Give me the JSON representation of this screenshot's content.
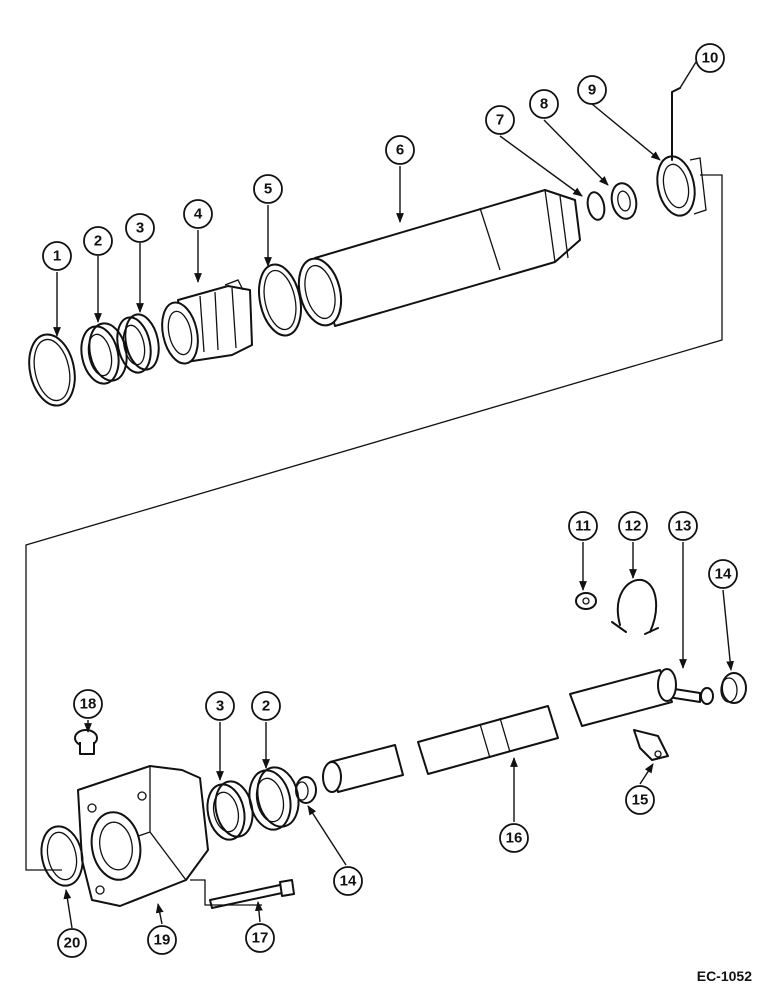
{
  "diagram": {
    "drawing_code": "EC-1052",
    "callouts": {
      "c1": "1",
      "c2": "2",
      "c3": "3",
      "c4": "4",
      "c5": "5",
      "c6": "6",
      "c7": "7",
      "c8": "8",
      "c9": "9",
      "c10": "10",
      "c11": "11",
      "c12": "12",
      "c13": "13",
      "c14a": "14",
      "c15": "15",
      "c16": "16",
      "c17": "17",
      "c18": "18",
      "c19": "19",
      "c20": "20",
      "c3b": "3",
      "c2b": "2",
      "c14b": "14"
    }
  }
}
